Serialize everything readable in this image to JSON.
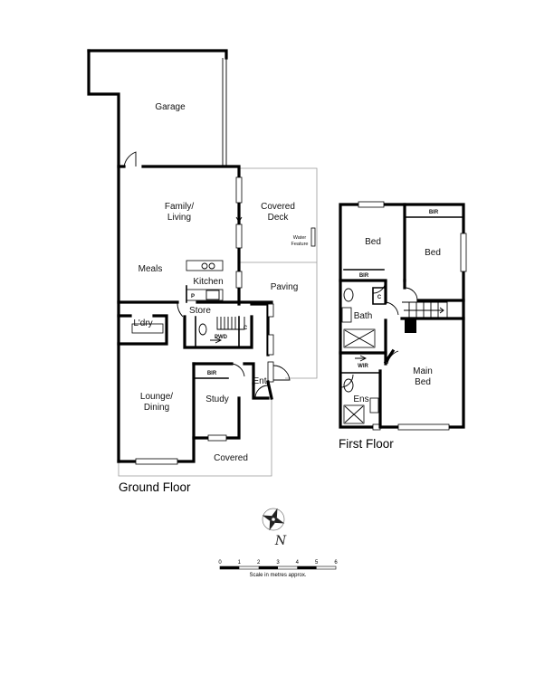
{
  "floors": {
    "ground_title": "Ground Floor",
    "first_title": "First Floor"
  },
  "rooms": {
    "garage": "Garage",
    "family_line1": "Family/",
    "family_line2": "Living",
    "covered_deck_line1": "Covered",
    "covered_deck_line2": "Deck",
    "water_line1": "Water",
    "water_line2": "Feature",
    "meals": "Meals",
    "kitchen": "Kitchen",
    "paving": "Paving",
    "pantry": "P",
    "store": "Store",
    "cupboard": "C",
    "laundry": "L'dry",
    "powder": "PWD",
    "bir": "BIR",
    "lounge_line1": "Lounge/",
    "lounge_line2": "Dining",
    "study": "Study",
    "entry": "Ent",
    "covered": "Covered",
    "bed1": "Bed",
    "bed2": "Bed",
    "bir_bed2": "BIR",
    "bir_bed1": "BIR",
    "cupboard_first": "C",
    "bath": "Bath",
    "wir": "WIR",
    "main_line1": "Main",
    "main_line2": "Bed",
    "ensuite": "Ens"
  },
  "compass": {
    "north_label": "N"
  },
  "scale": {
    "ticks": [
      "0",
      "1",
      "2",
      "3",
      "4",
      "5",
      "6"
    ],
    "caption": "Scale in metres approx."
  }
}
